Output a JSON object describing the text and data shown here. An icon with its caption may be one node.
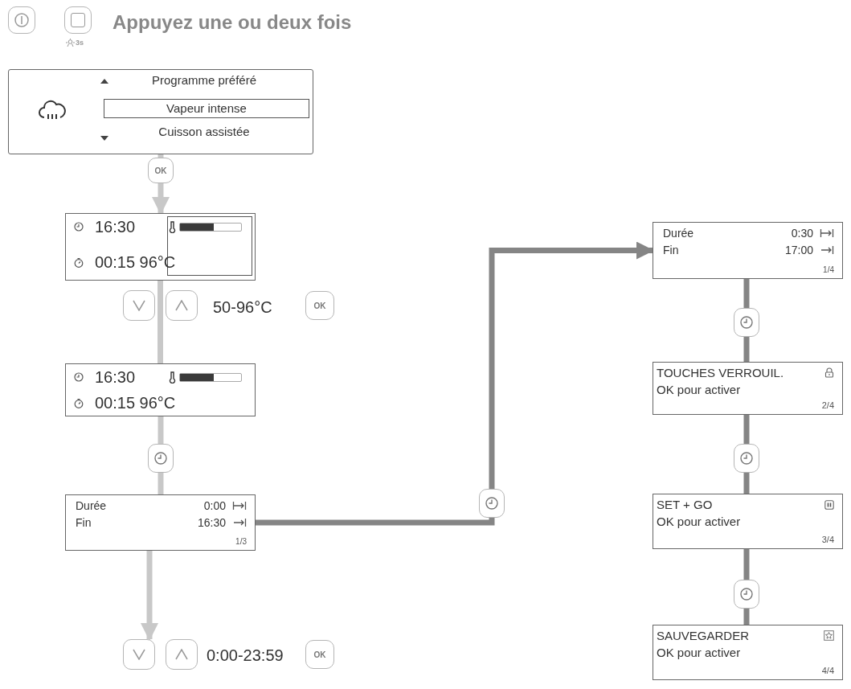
{
  "diagram": {
    "title": "Appuyez une ou deux fois",
    "nodes": [
      {
        "text": [
          "Programme préféré",
          "Vapeur intense",
          "Cuisson assistée"
        ]
      },
      {
        "text": [
          "OK"
        ]
      },
      {
        "text": [
          "16:30",
          "00:15 96°C"
        ]
      },
      {
        "text": [
          "16:30",
          "00:15 96°C"
        ]
      },
      {
        "text": [],
        "shape": "box"
      },
      {
        "text": [
          "Durée",
          "0:00",
          "Fin",
          "16:30",
          "1/3"
        ]
      },
      {
        "text": [],
        "shape": "box"
      },
      {
        "text": [
          "Durée",
          "0:30",
          "Fin",
          "17:00",
          "1/4"
        ]
      },
      {
        "text": [],
        "shape": "box"
      },
      {
        "text": [
          "TOUCHES VERROUIL.",
          "OK pour activer",
          "2/4"
        ]
      },
      {
        "text": [],
        "shape": "box"
      },
      {
        "text": [
          "SET + GO",
          "OK pour activer",
          "3/4"
        ]
      },
      {
        "text": [],
        "shape": "box"
      },
      {
        "text": [
          "SAUVEGARDER",
          "OK pour activer",
          "4/4"
        ]
      },
      {
        "text": [],
        "shape": "box"
      },
      {
        "text": [],
        "shape": "box",
        "beside": [
          "3s"
        ]
      },
      {
        "text": [],
        "shape": "box"
      },
      {
        "text": [],
        "shape": "box"
      },
      {
        "text": [
          "OK"
        ]
      },
      {
        "text": [],
        "shape": "box"
      },
      {
        "text": [],
        "shape": "box"
      },
      {
        "text": [
          "OK"
        ]
      }
    ],
    "edges": [
      {
        "from": 0,
        "to": 1,
        "arrow": "none",
        "color": "#c8c8c8"
      },
      {
        "from": 1,
        "to": 2,
        "arrow": "to",
        "color": "#c8c8c8"
      },
      {
        "from": 2,
        "to": 3,
        "arrow": "none",
        "color": "#c8c8c8"
      },
      {
        "from": 3,
        "to": 4,
        "arrow": "none",
        "color": "#c8c8c8"
      },
      {
        "from": 4,
        "to": 5,
        "arrow": "none",
        "color": "#c8c8c8"
      },
      {
        "from": 5,
        "to": 19,
        "arrow": "to",
        "color": "#c8c8c8"
      },
      {
        "from": 5,
        "to": 6,
        "arrow": "none"
      },
      {
        "from": 6,
        "to": 7,
        "arrow": "to"
      },
      {
        "from": 7,
        "to": 8,
        "arrow": "none"
      },
      {
        "from": 8,
        "to": 9,
        "arrow": "none"
      },
      {
        "from": 9,
        "to": 10,
        "arrow": "none"
      },
      {
        "from": 10,
        "to": 11,
        "arrow": "none"
      },
      {
        "from": 11,
        "to": 12,
        "arrow": "none"
      },
      {
        "from": 12,
        "to": 13,
        "arrow": "none"
      }
    ],
    "labels": [
      "50-96°C",
      "0:00-23:59"
    ]
  }
}
